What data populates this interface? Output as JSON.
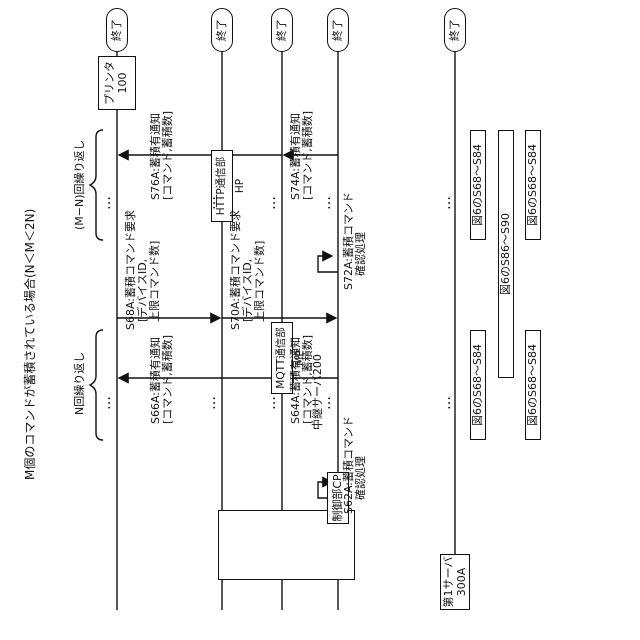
{
  "title": "M個のコマンドが蓄積されている場合(N＜M＜2N)",
  "lanes": {
    "first_server": {
      "line1": "第1サーバ",
      "line2": "300A"
    },
    "relay_server": {
      "label": "中継サーバ200"
    },
    "control": {
      "label": "制御部CP"
    },
    "mqtt": {
      "label": "MQTT通信部MP"
    },
    "http": {
      "label": "HTTP通信部HP"
    },
    "printer": {
      "line1": "プリンタ",
      "line2": "100"
    }
  },
  "repeat": {
    "n_label": "N回繰り返し",
    "mn_label": "(M−N)回繰り返し"
  },
  "steps": {
    "s62a": {
      "line1": "S62A:蓄積コマンド",
      "line2": "確認処理"
    },
    "s64a": {
      "line1": "S64A:蓄積有通知",
      "line2": "[コマンド,蓄積数]"
    },
    "s66a": {
      "line1": "S66A:蓄積有通知",
      "line2": "[コマンド,蓄積数]"
    },
    "s68a": {
      "line1": "S68A:蓄積コマンド要求",
      "line2": "[デバイスID,",
      "line3": "上限コマンド数]"
    },
    "s70a": {
      "line1": "S70A:蓄積コマンド要求",
      "line2": "[デバイスID,",
      "line3": "上限コマンド数]"
    },
    "s72a": {
      "line1": "S72A:蓄積コマンド",
      "line2": "確認処理"
    },
    "s74a": {
      "line1": "S74A:蓄積有通知",
      "line2": "[コマンド,蓄積数]"
    },
    "s76a": {
      "line1": "S76A:蓄積有通知",
      "line2": "[コマンド,蓄積数]"
    }
  },
  "ref_boxes": {
    "ref1": "図6のS68〜S84",
    "ref2": "図6のS68〜S84",
    "ref3": "図6のS68〜S84",
    "ref4": "図6のS68〜S84",
    "ref5": "図6のS86〜S90"
  },
  "ellipsis": "…",
  "end_label": "終了"
}
